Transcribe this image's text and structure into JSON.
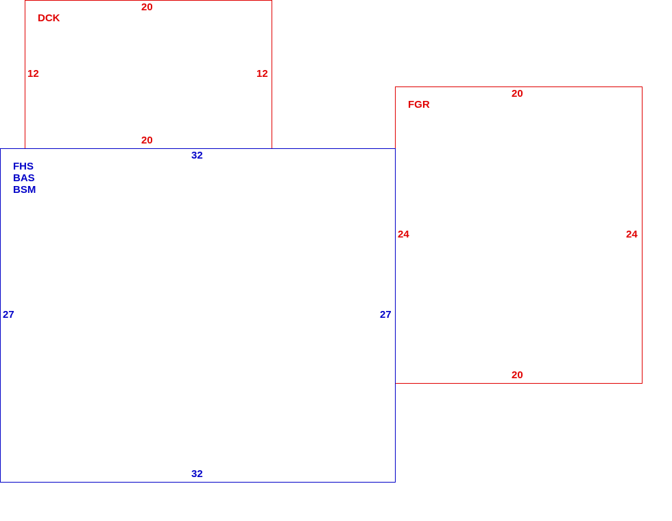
{
  "colors": {
    "red": "#e00000",
    "blue": "#0000c8"
  },
  "sections": {
    "dck": {
      "name": "DCK",
      "top": "20",
      "bottom": "20",
      "left": "12",
      "right": "12"
    },
    "fgr": {
      "name": "FGR",
      "top": "20",
      "bottom": "20",
      "left": "24",
      "right": "24"
    },
    "main": {
      "names": [
        "FHS",
        "BAS",
        "BSM"
      ],
      "top": "32",
      "bottom": "32",
      "left": "27",
      "right": "27"
    }
  }
}
